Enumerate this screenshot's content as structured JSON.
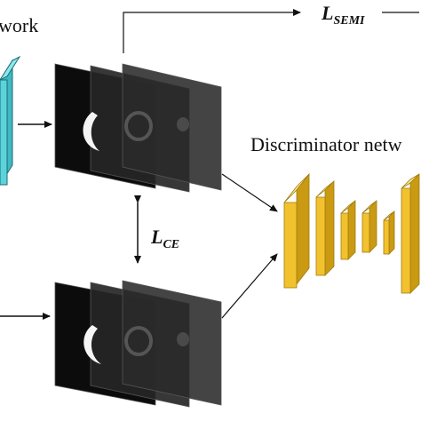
{
  "labels": {
    "network_partial": "work",
    "discriminator": "Discriminator netw",
    "loss_semi_main": "L",
    "loss_semi_sub": "SEMI",
    "loss_ce_main": "L",
    "loss_ce_sub": "CE"
  },
  "colors": {
    "segmentation_block": "#5cd3dc",
    "discriminator_block": "#f2c12e",
    "map_dark": "#0c0c0c",
    "map_mid": "#262626",
    "map_light": "#3a3a3a",
    "arrow": "#111111"
  },
  "icons": {
    "top_stack": "prediction-map-stack",
    "bottom_stack": "label-map-stack",
    "discriminator": "discriminator-cnn"
  }
}
